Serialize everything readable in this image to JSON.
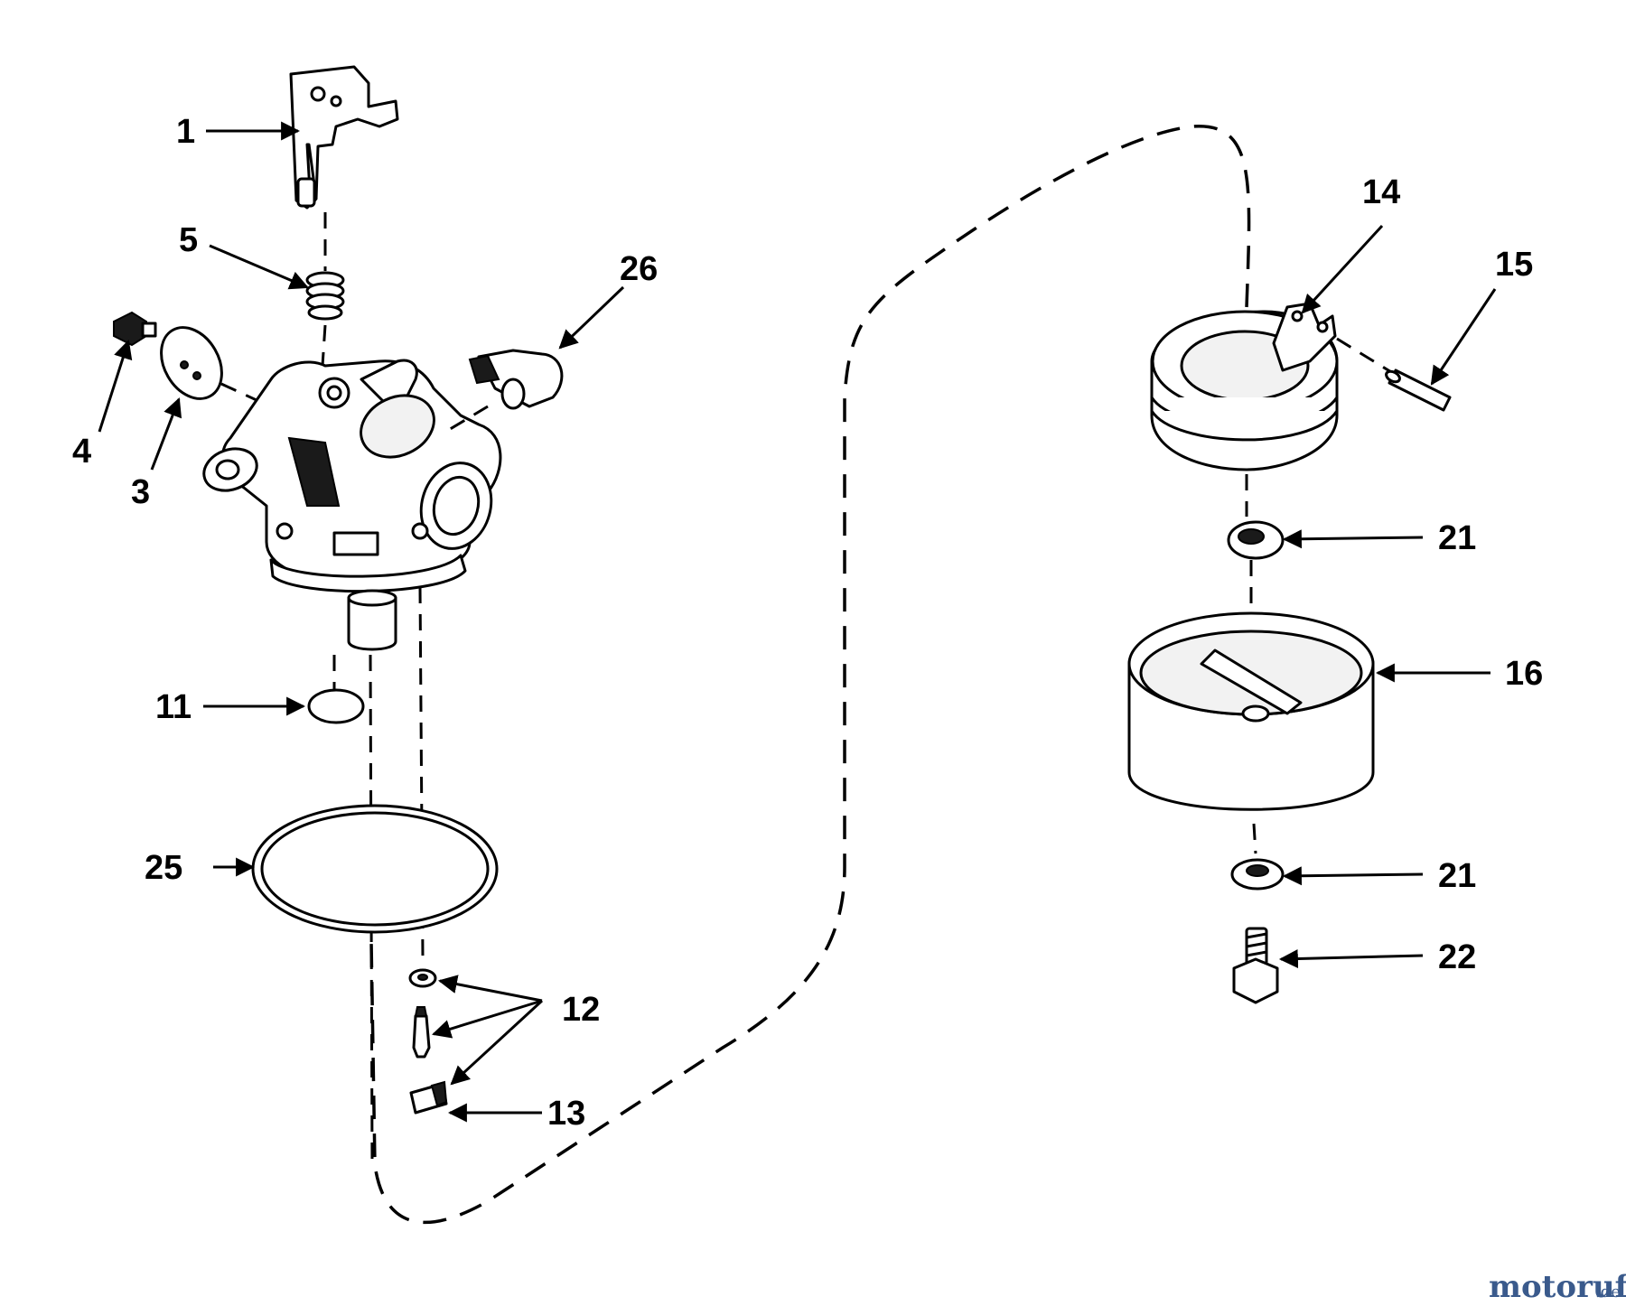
{
  "diagram": {
    "callouts": {
      "c1": "1",
      "c3": "3",
      "c4": "4",
      "c5": "5",
      "c11": "11",
      "c12": "12",
      "c13": "13",
      "c14": "14",
      "c15": "15",
      "c16": "16",
      "c21a": "21",
      "c21b": "21",
      "c22": "22",
      "c25": "25",
      "c26": "26"
    },
    "watermark": {
      "brand": "motoruf",
      "domain": ".de"
    }
  }
}
